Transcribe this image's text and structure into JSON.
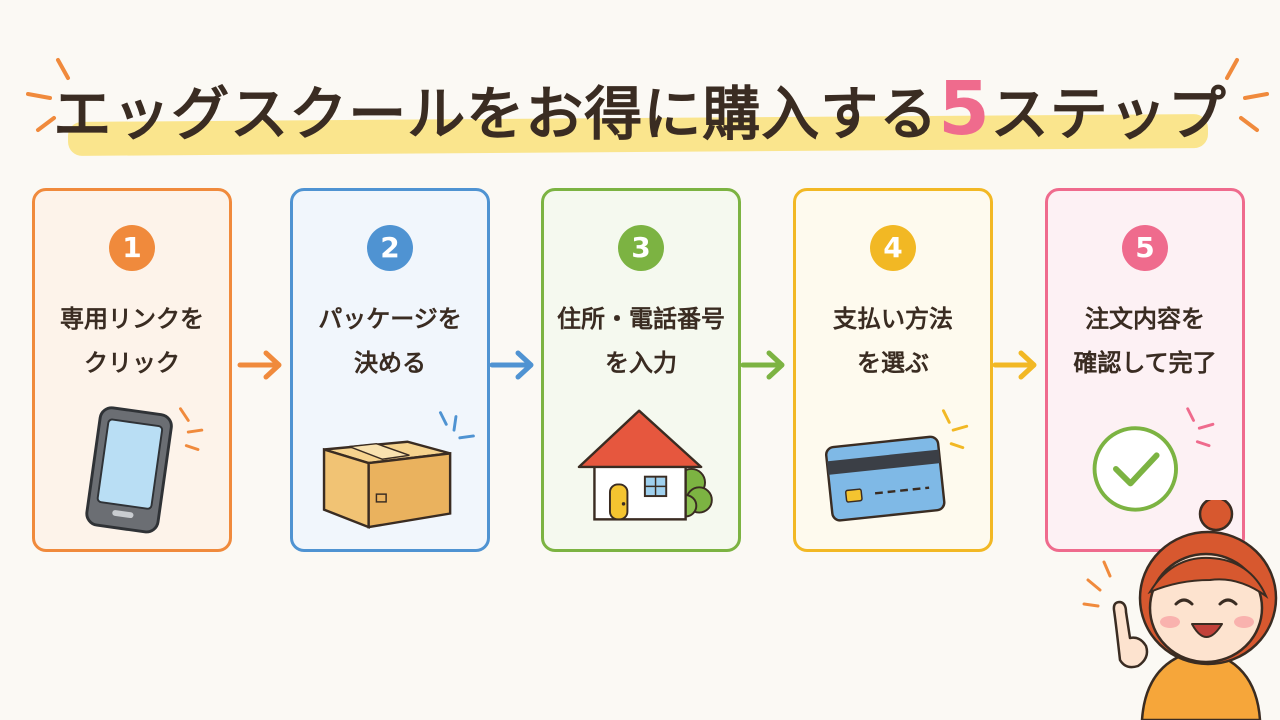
{
  "title": {
    "main": "エッグスクールをお得に購入する",
    "number": "5",
    "suffix": "ステップ"
  },
  "steps": [
    {
      "number": "1",
      "line1": "専用リンクを",
      "line2": "クリック",
      "color": "#f08a3c",
      "bg": "#fdf3ea",
      "icon": "smartphone-icon"
    },
    {
      "number": "2",
      "line1": "パッケージを",
      "line2": "決める",
      "color": "#4f93d2",
      "bg": "#f1f6fc",
      "icon": "cardboard-box-icon"
    },
    {
      "number": "3",
      "line1": "住所・電話番号",
      "line2": "を入力",
      "color": "#7cb342",
      "bg": "#f5f9ef",
      "icon": "house-icon"
    },
    {
      "number": "4",
      "line1": "支払い方法",
      "line2": "を選ぶ",
      "color": "#f2b824",
      "bg": "#fefaee",
      "icon": "credit-card-icon"
    },
    {
      "number": "5",
      "line1": "注文内容を",
      "line2": "確認して完了",
      "color": "#ef6b8d",
      "bg": "#fdf1f4",
      "icon": "checkmark-circle-icon"
    }
  ],
  "arrow_colors": [
    "#f08a3c",
    "#4f93d2",
    "#7cb342",
    "#f2b824"
  ]
}
